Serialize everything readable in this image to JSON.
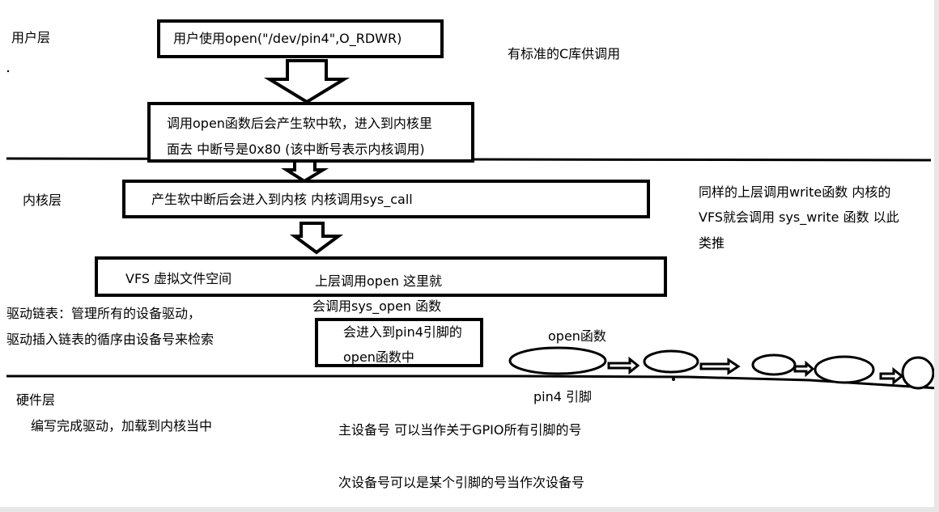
{
  "layers": {
    "user": "用户层",
    "kernel": "内核层",
    "hardware": "硬件层"
  },
  "boxes": {
    "open_call": "用户使用open(\"/dev/pin4\",O_RDWR)",
    "soft_irq_line1": "调用open函数后会产生软中软，进入到内核里",
    "soft_irq_line2": "面去   中断号是0x80  (该中断号表示内核调用)",
    "syscall": "产生软中断后会进入到内核  内核调用sys_call",
    "vfs": "VFS  虚拟文件空间",
    "pin4_line1": "会进入到pin4引脚的",
    "pin4_line2": "open函数中"
  },
  "notes": {
    "clib": "有标准的C库供调用",
    "write_line1": "同样的上层调用write函数 内核的",
    "write_line2": "VFS就会调用 sys_write 函数  以此",
    "write_line3": "类推",
    "upper_open": "上层调用open 这里就",
    "sys_open": "会调用sys_open 函数",
    "driver_list_line1": "驱动链表：管理所有的设备驱动，",
    "driver_list_line2": "驱动插入链表的循序由设备号来检索",
    "open_func": "open函数",
    "pin4": "pin4 引脚",
    "write_driver": "编写完成驱动，加载到内核当中",
    "major": "主设备号   可以当作关于GPIO所有引脚的号",
    "minor": "次设备号可以是某个引脚的号当作次设备号"
  },
  "colors": {
    "ink": "#000000",
    "background": "#ffffff",
    "frame": "#e6e6e6"
  }
}
